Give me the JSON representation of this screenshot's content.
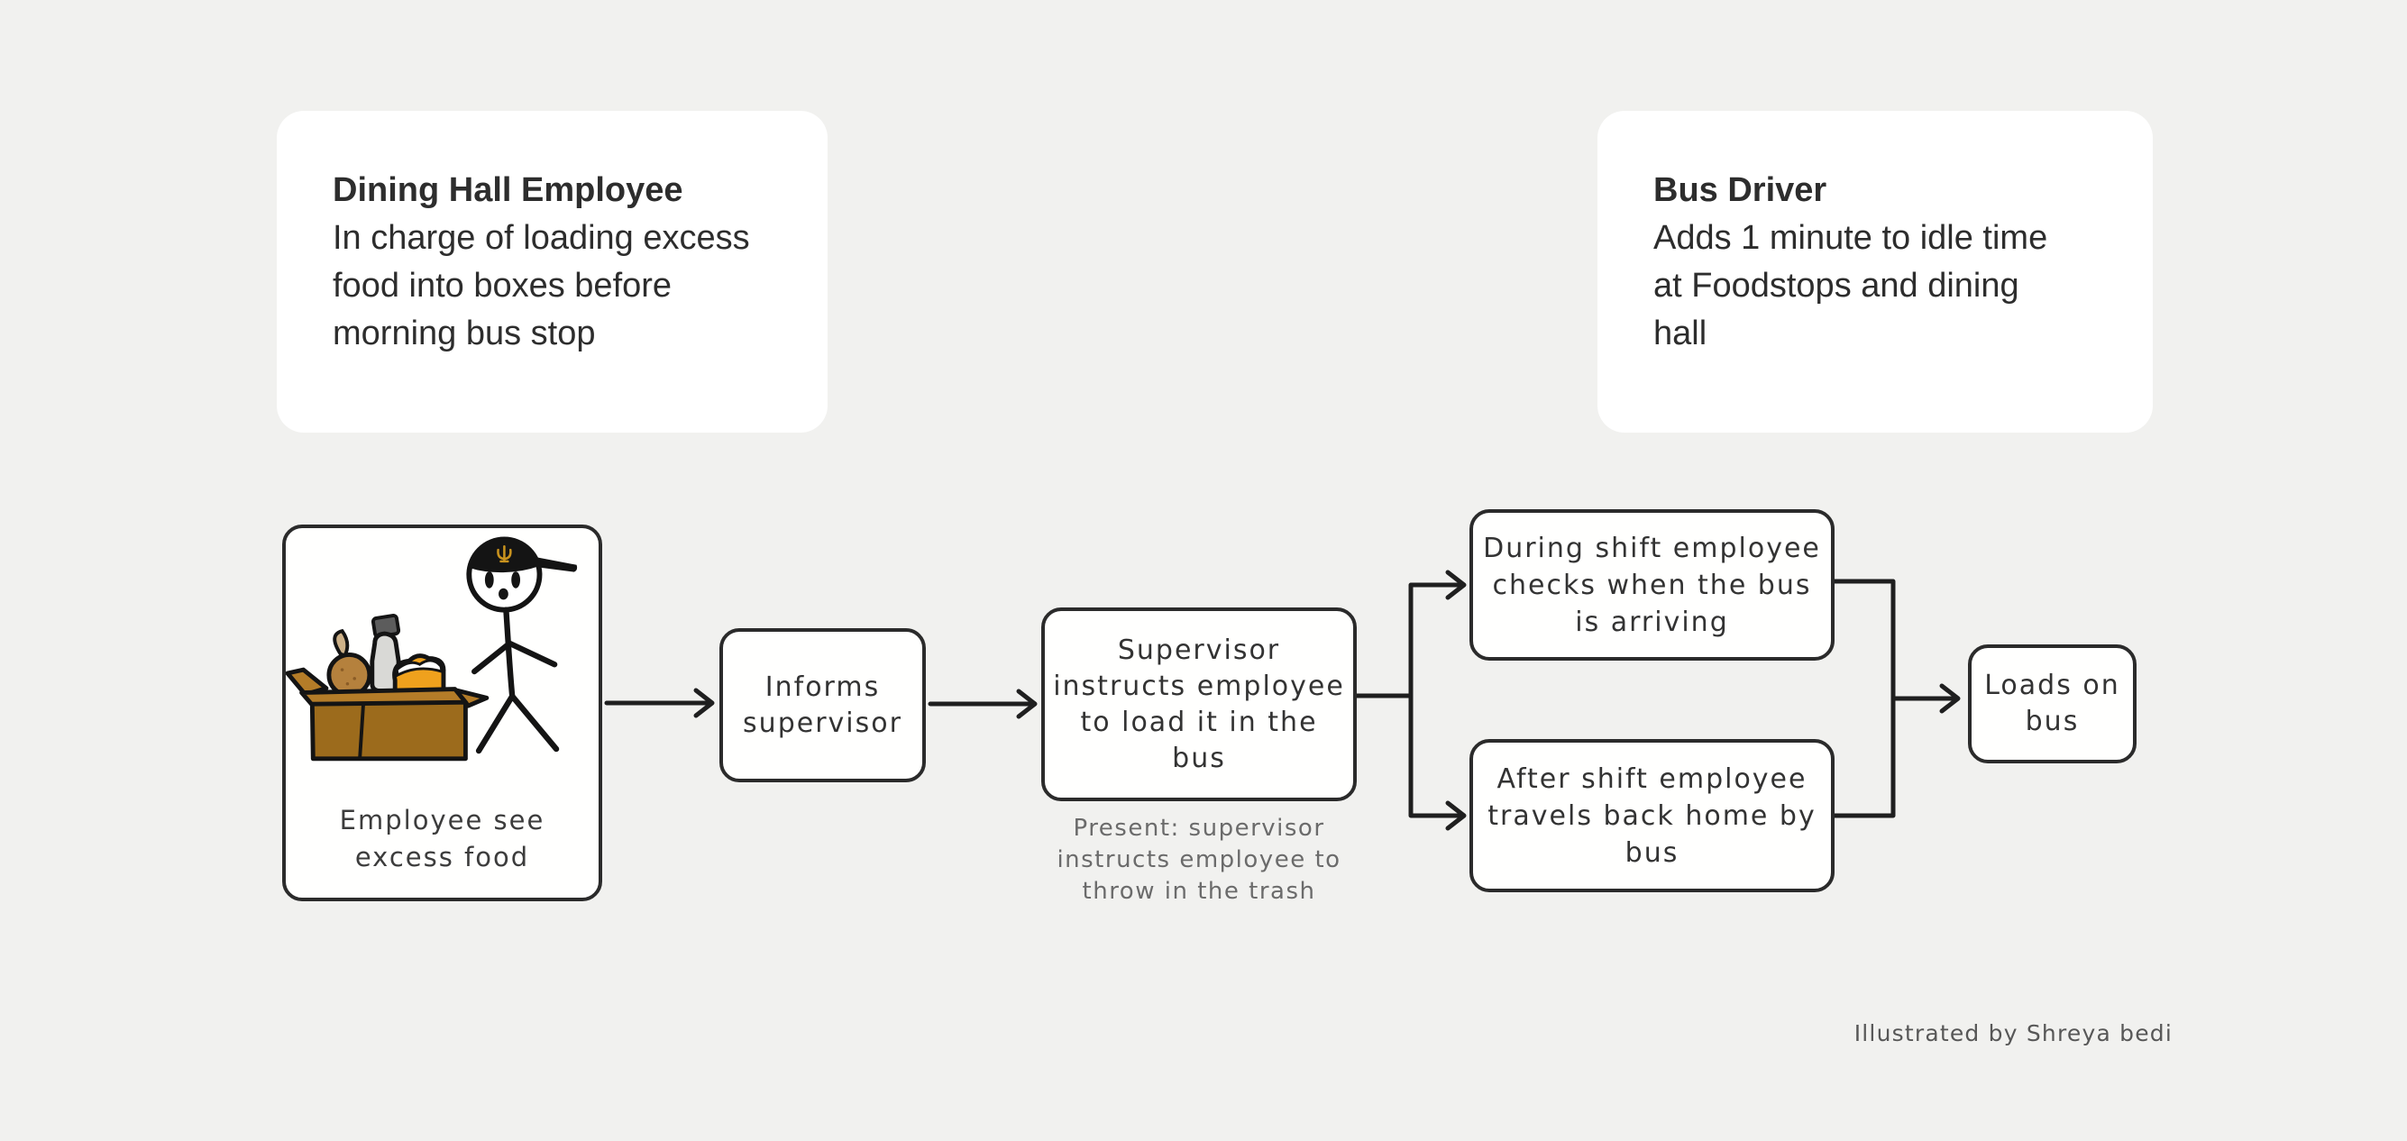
{
  "cards": {
    "dining_hall": {
      "title": "Dining Hall Employee",
      "body": "In charge of loading excess\nfood into boxes before\nmorning bus stop"
    },
    "bus_driver": {
      "title": "Bus Driver",
      "body": "Adds 1 minute to idle time\nat Foodstops and dining\nhall"
    }
  },
  "flow": {
    "step1_caption": "Employee see\nexcess food",
    "step2_label": "Informs\nsupervisor",
    "step3_label": "Supervisor\ninstructs employee\nto load it in the\nbus",
    "step3_note": "Present: supervisor\ninstructs employee to\nthrow in the trash",
    "step4_label": "During shift employee\nchecks when the bus\nis arriving",
    "step5_label": "After shift employee\ntravels back home by\nbus",
    "step6_label": "Loads on\nbus",
    "edges": [
      {
        "from": "employee-sees-excess-food",
        "to": "informs-supervisor"
      },
      {
        "from": "informs-supervisor",
        "to": "supervisor-instructs-load-bus"
      },
      {
        "from": "supervisor-instructs-load-bus",
        "to": "during-shift-checks-bus"
      },
      {
        "from": "supervisor-instructs-load-bus",
        "to": "after-shift-travels-home"
      },
      {
        "from": "during-shift-checks-bus",
        "to": "loads-on-bus"
      },
      {
        "from": "after-shift-travels-home",
        "to": "loads-on-bus"
      }
    ]
  },
  "footer": {
    "credit": "Illustrated by Shreya bedi"
  },
  "icons": {
    "illustration": "employee-sees-excess-food-box-illustration",
    "cap_logo": "trident-cap-logo"
  },
  "colors": {
    "background": "#f1f1ef",
    "card_background": "#ffffff",
    "box_border": "#2b2b2b",
    "text_primary": "#2d2d2d",
    "flow_text": "#333333",
    "note_gray": "#6b6b6b",
    "credit_gray": "#575757",
    "connector": "#1f1f1f",
    "carton_brown": "#9c6b1c",
    "carton_flap_brown": "#b47c28",
    "apple_brown": "#b5813d",
    "bottle_gray": "#d9d9d6",
    "bottle_cap_gray": "#5c5c5c",
    "bread_orange": "#efa11d",
    "cap_black": "#141414",
    "cap_logo_gold": "#c8921e"
  }
}
